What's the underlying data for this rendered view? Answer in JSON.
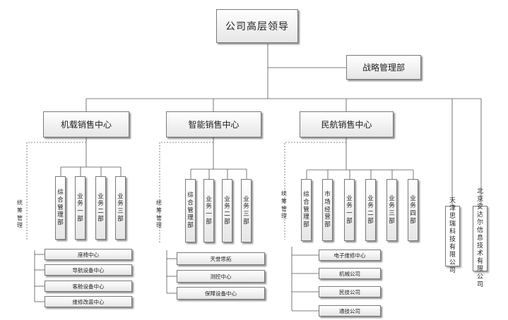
{
  "top": "公司高层领导",
  "strategy": "战略管理部",
  "centers": [
    {
      "name": "机载销售中心",
      "coord": "统筹管理",
      "depts": [
        "综合管理部",
        "业务一部",
        "业务二部",
        "业务三部"
      ],
      "subs": [
        "座椅中心",
        "导航设备中心",
        "客舱设备中心",
        "维修改装中心"
      ]
    },
    {
      "name": "智能销售中心",
      "coord": "统筹管理",
      "depts": [
        "综合管理部",
        "业务一部",
        "业务二部",
        "业务三部"
      ],
      "subs": [
        "天誉思拓",
        "测控中心",
        "保障设备中心"
      ]
    },
    {
      "name": "民航销售中心",
      "coord": "统筹管理",
      "depts": [
        "综合管理部",
        "市场经营部",
        "业务一部",
        "业务二部",
        "业务三部",
        "业务四部"
      ],
      "subs": [
        "电子维修中心",
        "机械公司",
        "民技公司",
        "通技公司"
      ]
    }
  ],
  "affiliates": [
    "天津思瑞科技有限公司",
    "北京安达尔信息技术有限公司"
  ]
}
